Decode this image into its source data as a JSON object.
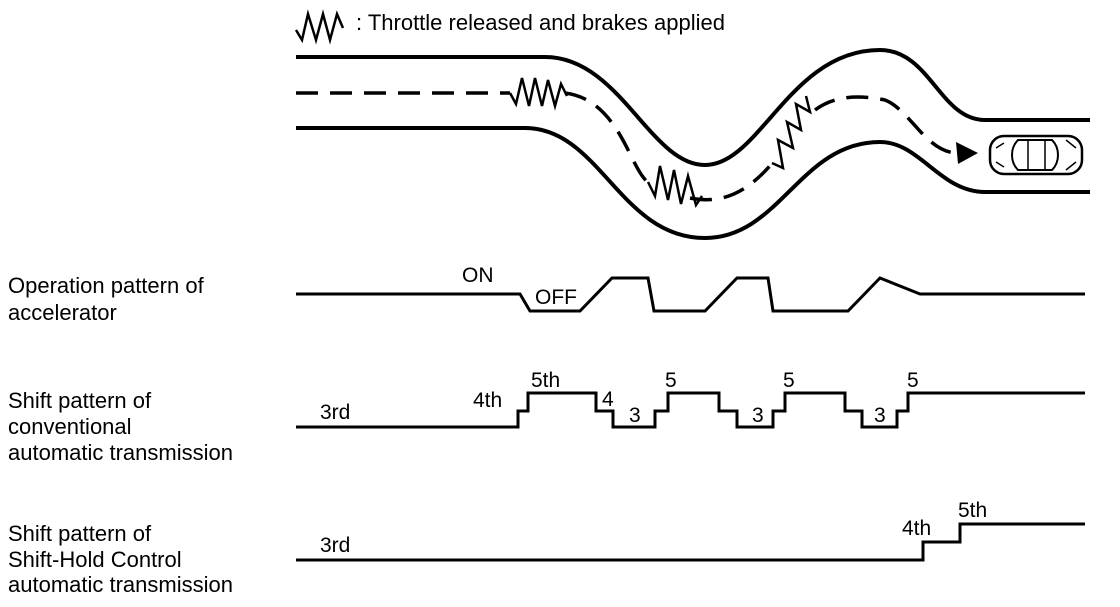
{
  "legend": {
    "icon": "zigzag-icon",
    "text": ": Throttle released and brakes applied"
  },
  "accelerator": {
    "title_line1": "Operation pattern of",
    "title_line2": "accelerator",
    "on_label": "ON",
    "off_label": "OFF"
  },
  "conventional": {
    "title_line1": "Shift pattern of",
    "title_line2": "conventional",
    "title_line3": "automatic transmission",
    "gears": [
      "3rd",
      "4th",
      "5th",
      "4",
      "3",
      "5",
      "3",
      "5",
      "3",
      "5"
    ]
  },
  "shift_hold": {
    "title_line1": "Shift pattern of",
    "title_line2": "Shift-Hold Control",
    "title_line3": "automatic transmission",
    "gears": [
      "3rd",
      "4th",
      "5th"
    ]
  },
  "icons": {
    "car": "car-icon",
    "arrow": "arrow-head-icon"
  }
}
